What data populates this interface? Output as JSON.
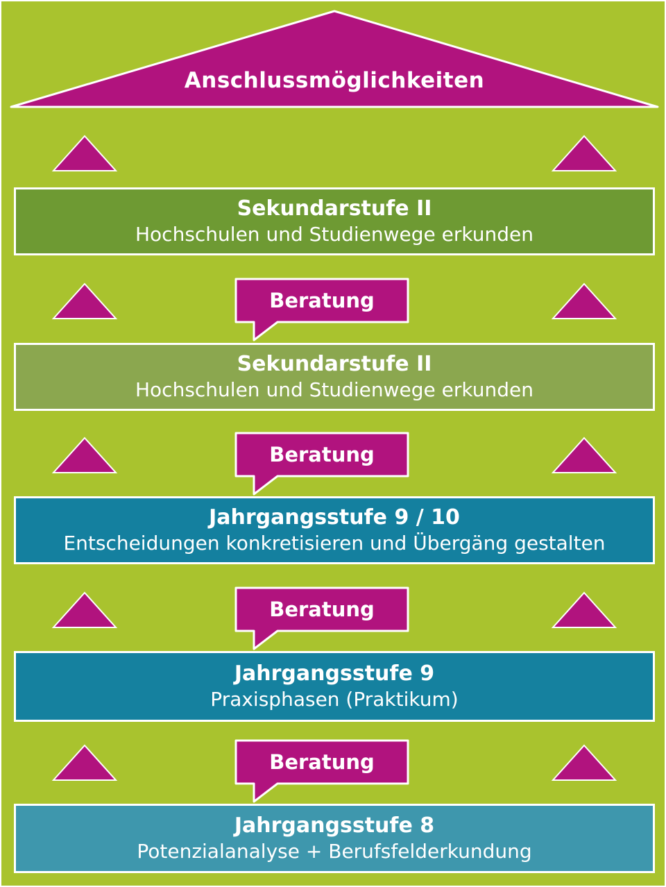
{
  "roof": {
    "label": "Anschlussmöglichkeiten"
  },
  "beratung": {
    "label": "Beratung"
  },
  "levels": [
    {
      "title": "Sekundarstufe II",
      "subtitle": "Hochschulen und Studienwege erkunden",
      "color": "#6e9a33"
    },
    {
      "title": "Sekundarstufe II",
      "subtitle": "Hochschulen und Studienwege erkunden",
      "color": "#8ba74f"
    },
    {
      "title": "Jahrgangsstufe 9 / 10",
      "subtitle": "Entscheidungen konkretisieren und Übergäng gestalten",
      "color": "#14809f"
    },
    {
      "title": "Jahrgangsstufe 9",
      "subtitle": "Praxisphasen (Praktikum)",
      "color": "#15819f"
    },
    {
      "title": "Jahrgangsstufe 8",
      "subtitle": "Potenzialanalyse + Berufsfelderkundung",
      "color": "#3e97ad"
    }
  ],
  "colors": {
    "background": "#a9c32e",
    "magenta": "#b1137e",
    "border": "#ffffff",
    "text": "#ffffff"
  }
}
